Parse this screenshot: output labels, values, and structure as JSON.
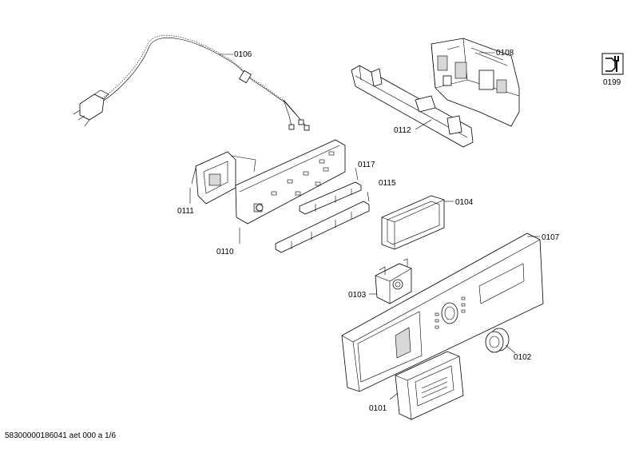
{
  "parts": {
    "p0106": "0106",
    "p0108": "0108",
    "p0112": "0112",
    "p0199": "0199",
    "p0117": "0117",
    "p0115": "0115",
    "p0111": "0111",
    "p0110": "0110",
    "p0104": "0104",
    "p0107": "0107",
    "p0103": "0103",
    "p0102": "0102",
    "p0101": "0101"
  },
  "footer": "58300000186041 aet 000 a 1/6"
}
